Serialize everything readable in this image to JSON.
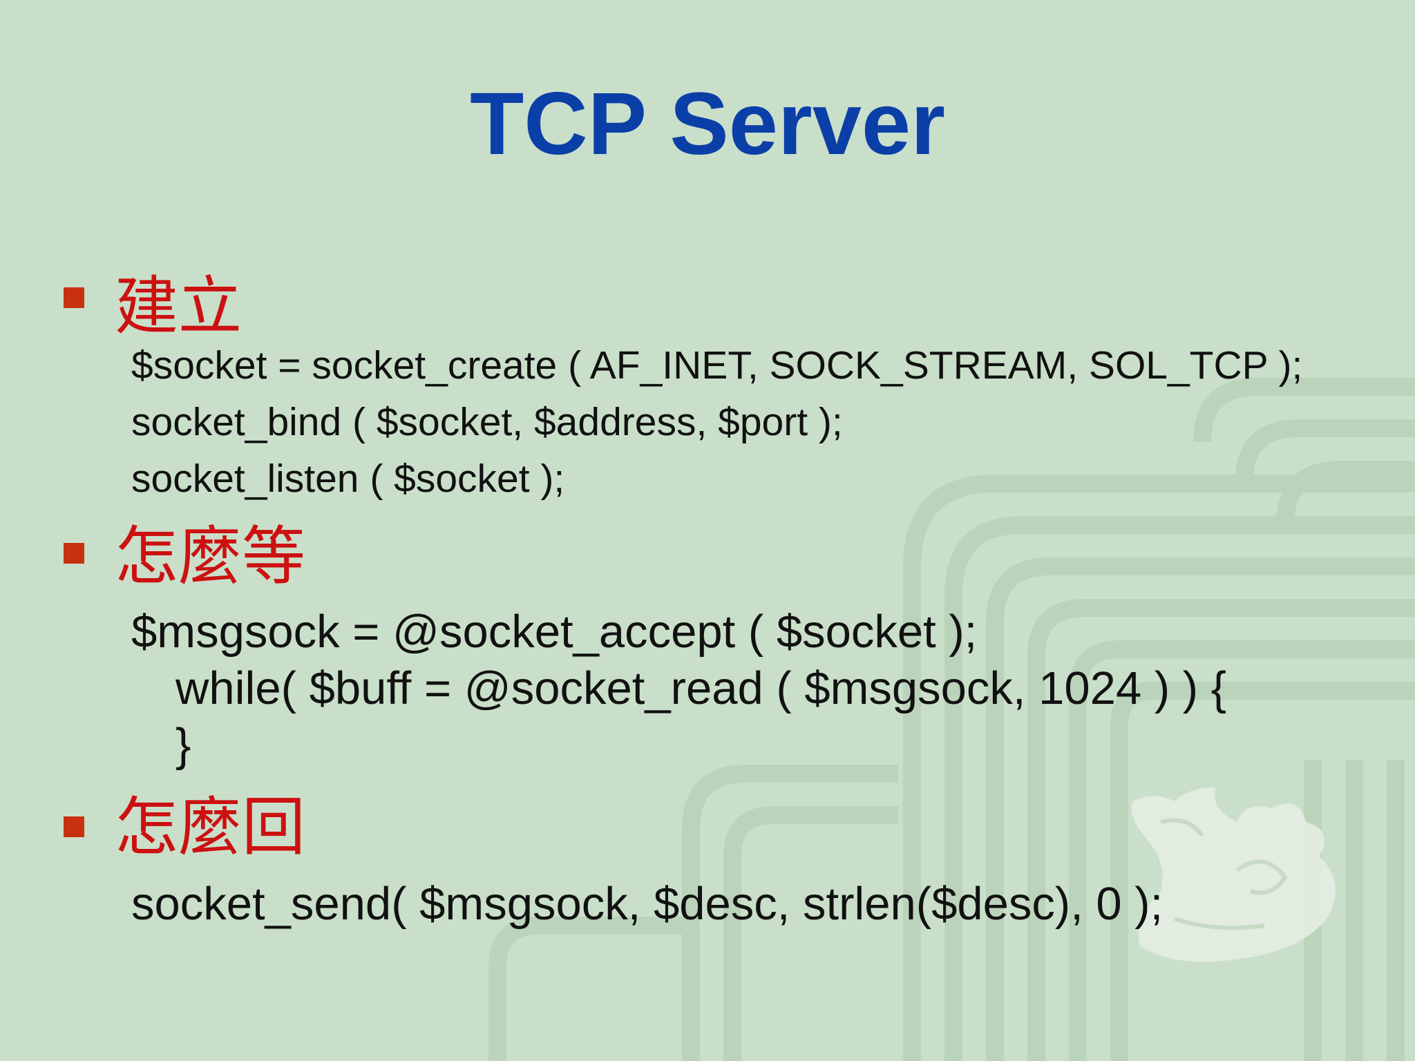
{
  "slide": {
    "title": "TCP Server",
    "colors": {
      "background": "#cadfca",
      "title": "#0b3fa8",
      "heading": "#cc1111",
      "bullet": "#c8310f",
      "code": "#111111"
    },
    "sections": [
      {
        "heading": "建立",
        "lines": [
          "$socket = socket_create ( AF_INET, SOCK_STREAM, SOL_TCP );",
          "socket_bind ( $socket, $address, $port );",
          "socket_listen ( $socket );"
        ]
      },
      {
        "heading": "怎麼等",
        "lines": [
          "$msgsock = @socket_accept ( $socket );",
          "while( $buff = @socket_read ( $msgsock, 1024 ) ) {",
          "}"
        ]
      },
      {
        "heading": "怎麼回",
        "lines": [
          "socket_send( $msgsock, $desc, strlen($desc), 0 );"
        ]
      }
    ]
  }
}
